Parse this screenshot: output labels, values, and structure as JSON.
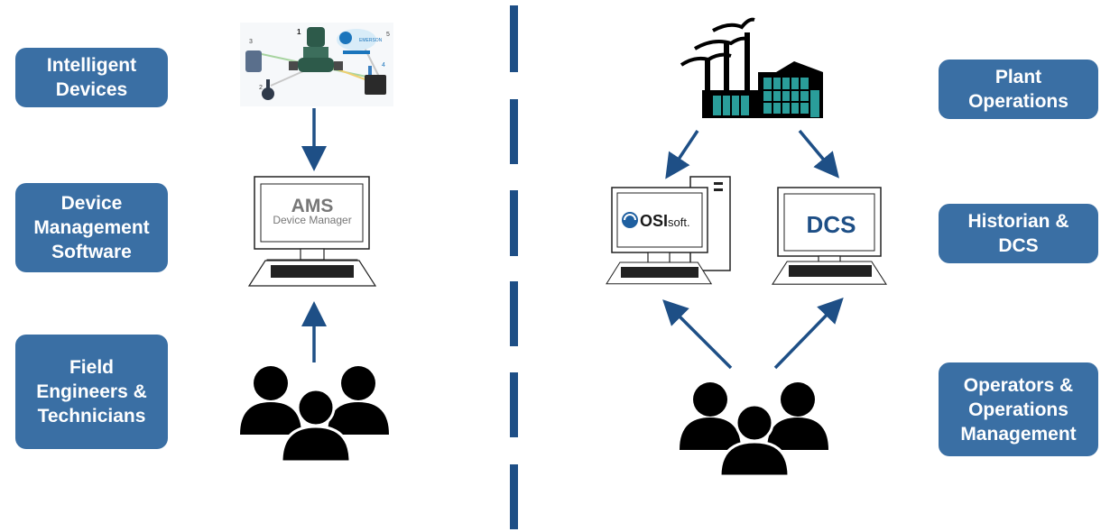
{
  "left_labels": [
    {
      "lines": [
        "Intelligent",
        "Devices"
      ]
    },
    {
      "lines": [
        "Device",
        "Management",
        "Software"
      ]
    },
    {
      "lines": [
        "Field",
        "Engineers &",
        "Technicians"
      ]
    }
  ],
  "right_labels": [
    {
      "lines": [
        "Plant",
        "Operations"
      ]
    },
    {
      "lines": [
        "Historian &",
        "DCS"
      ]
    },
    {
      "lines": [
        "Operators &",
        "Operations",
        "Management"
      ]
    }
  ],
  "ams_screen": {
    "line1": "AMS",
    "line2": "Device Manager"
  },
  "osisoft_screen": {
    "brand_bold": "OSI",
    "brand_light": "soft."
  },
  "dcs_screen": {
    "text": "DCS"
  },
  "device_numbers": [
    "1",
    "2",
    "3",
    "4",
    "5"
  ],
  "device_brand": "EMERSON",
  "colors": {
    "label_bg": "#3a6fa4",
    "arrow": "#1e4f86",
    "divider": "#1e4f86",
    "factory_teal": "#2a9d9a"
  }
}
